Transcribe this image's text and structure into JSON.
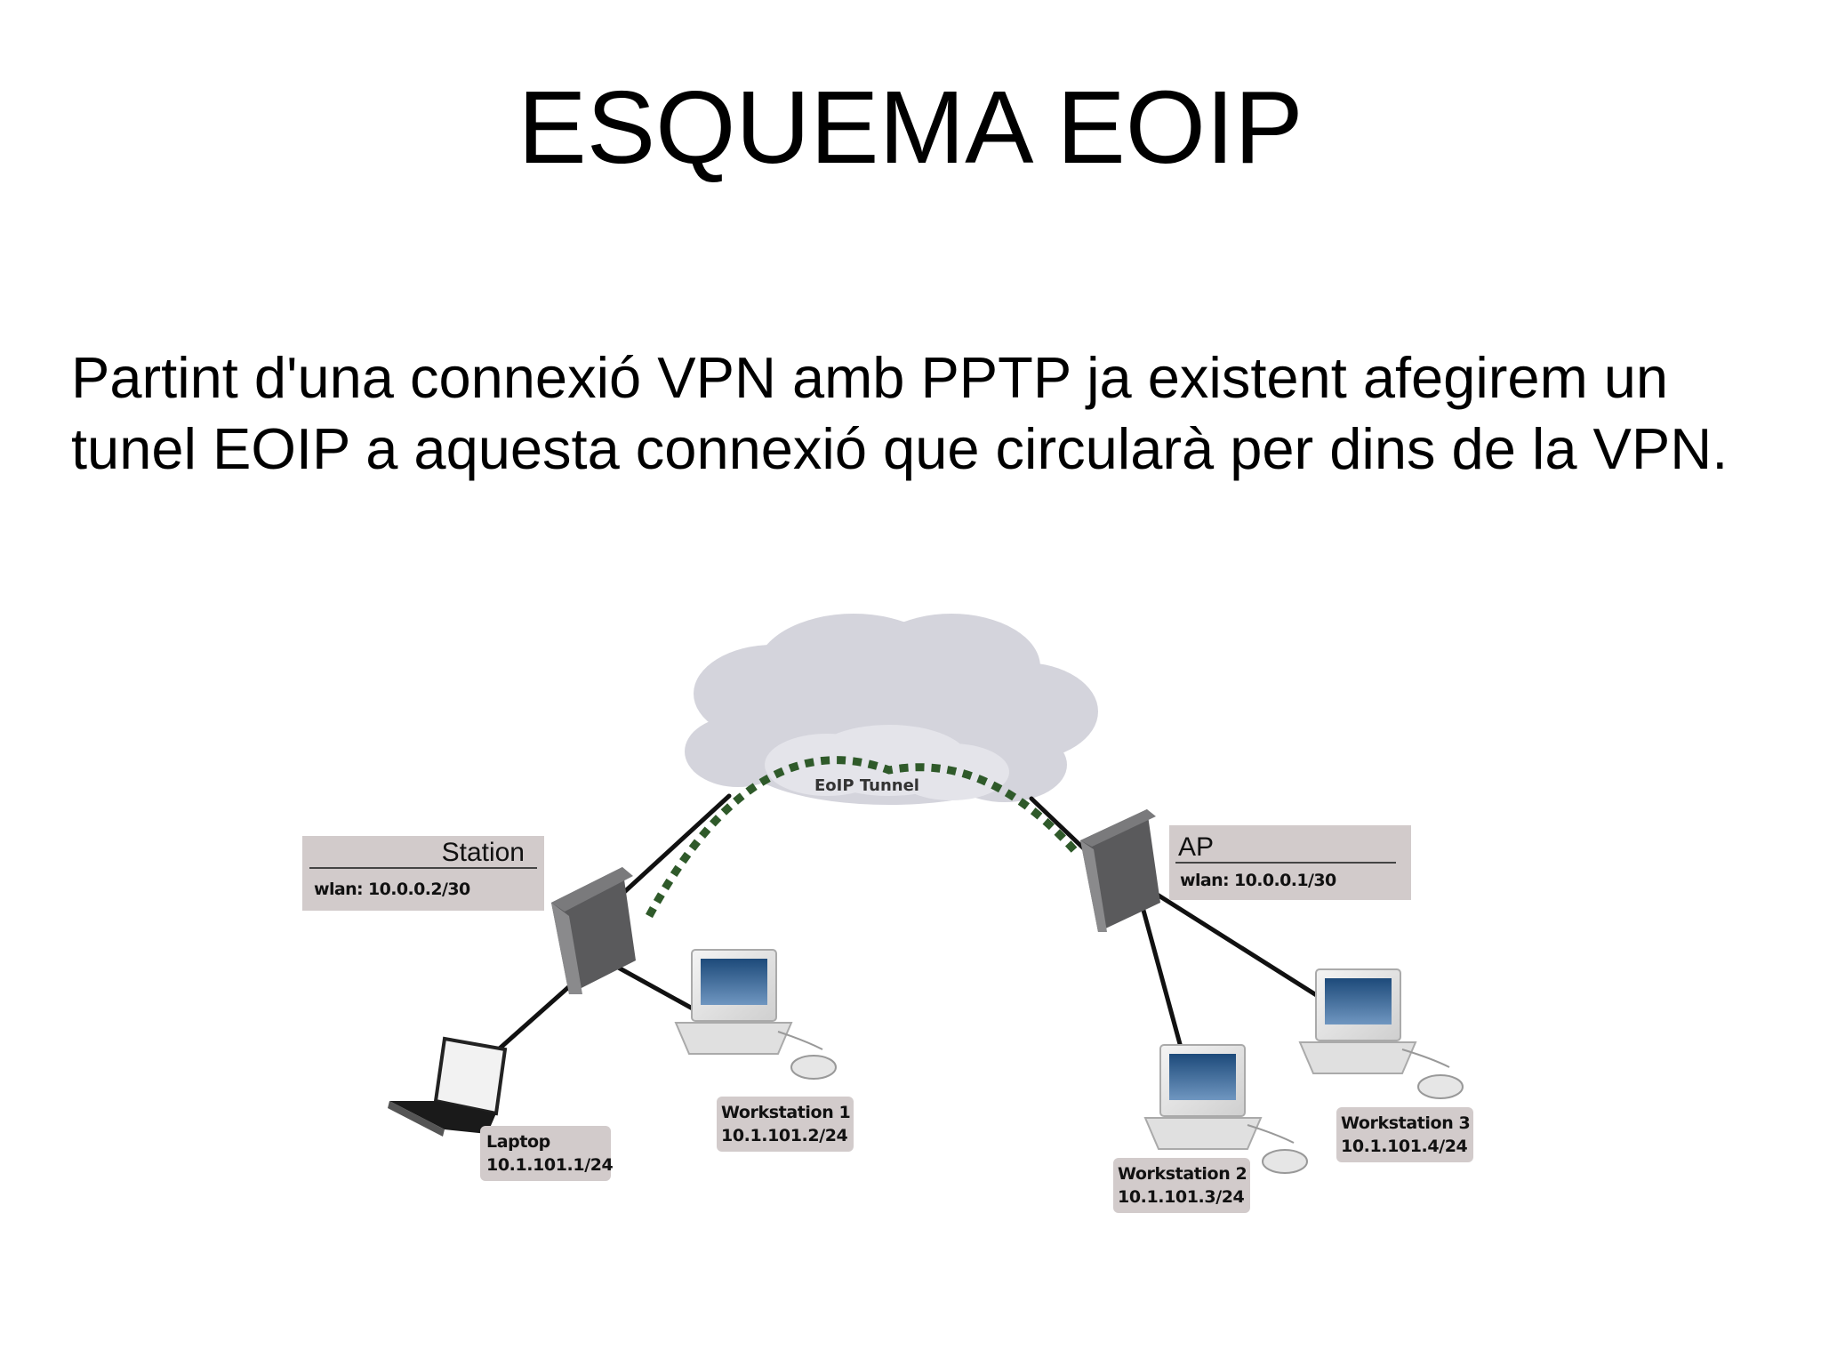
{
  "slide": {
    "title": "ESQUEMA EOIP",
    "body": "Partint d'una connexió VPN amb PPTP ja existent afegirem un tunel EOIP a aquesta connexió que circularà per dins de la VPN."
  },
  "diagram": {
    "tunnel_label": "EoIP Tunnel",
    "station": {
      "title": "Station",
      "detail": "wlan: 10.0.0.2/30"
    },
    "ap": {
      "title": "AP",
      "detail": "wlan: 10.0.0.1/30"
    },
    "laptop": {
      "name": "Laptop",
      "ip": "10.1.101.1/24"
    },
    "workstation1": {
      "name": "Workstation 1",
      "ip": "10.1.101.2/24"
    },
    "workstation2": {
      "name": "Workstation 2",
      "ip": "10.1.101.3/24"
    },
    "workstation3": {
      "name": "Workstation 3",
      "ip": "10.1.101.4/24"
    },
    "colors": {
      "tunnel": "#2f5a2a",
      "label_box": "#d2cbcb",
      "cloud": "#d4d4dc",
      "router": "#5a5a5c"
    }
  }
}
